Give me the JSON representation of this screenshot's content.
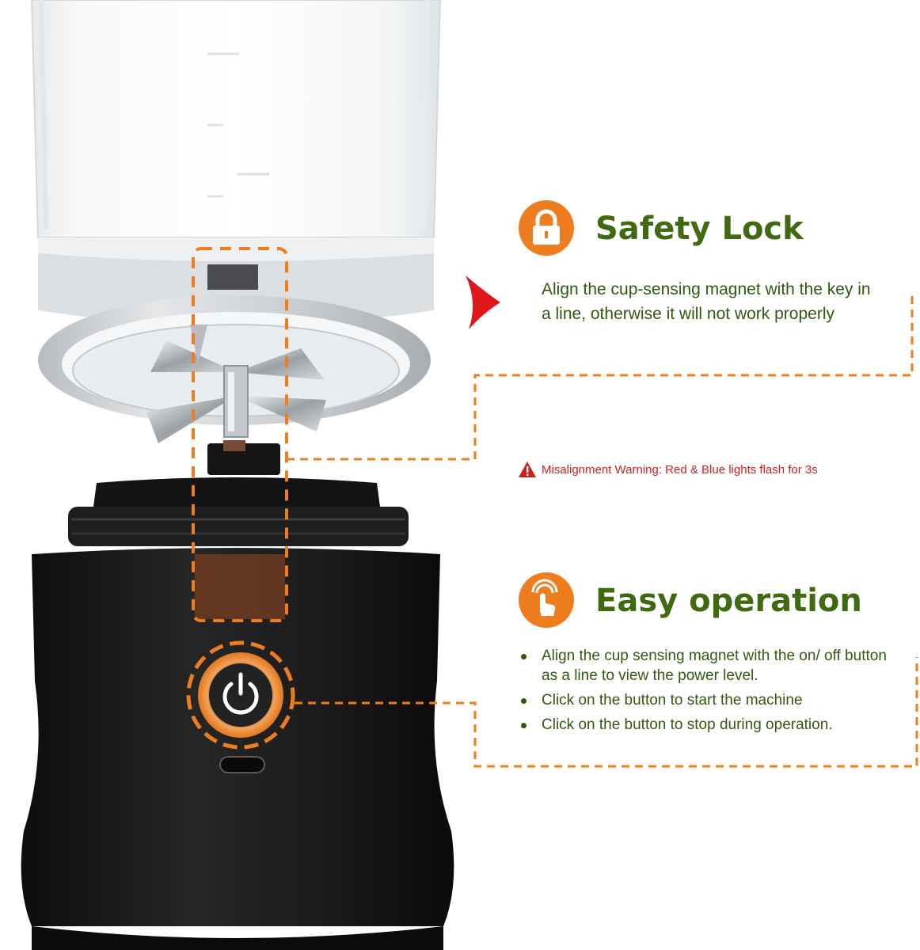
{
  "features": [
    {
      "title": "Safety Lock",
      "icon": "padlock-icon",
      "description": "Align the cup-sensing magnet with the key in a line, otherwise it will not work properly"
    },
    {
      "title": "Easy operation",
      "icon": "tap-hand-icon",
      "bullets": [
        "Align the cup sensing magnet with the on/ off button as a line to view the power level.",
        "Click on the button to start the machine",
        "Click on the button to stop during operation."
      ]
    }
  ],
  "warning": {
    "text": "Misalignment Warning: Red & Blue lights flash for 3s",
    "icon": "warning-triangle-icon"
  },
  "colors": {
    "accent_orange": "#ee7d1f",
    "title_green": "#3f6a0f",
    "text_green": "#2f5a0e",
    "warning_red": "#cc1f1f",
    "base_black": "#1c1c1c"
  }
}
